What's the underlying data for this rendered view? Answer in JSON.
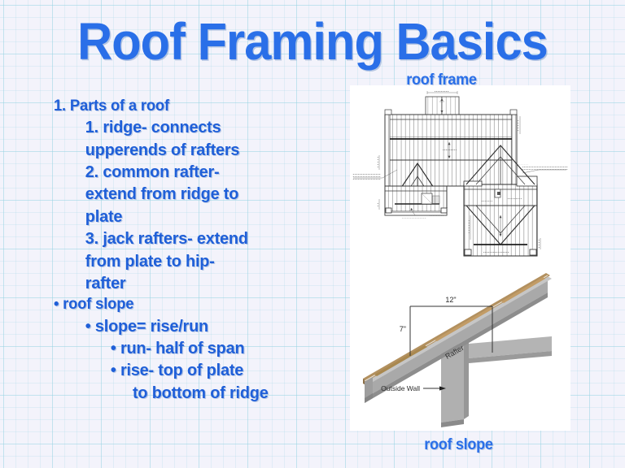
{
  "slide": {
    "title": "Roof Framing Basics",
    "background_color": "#f3f3fb",
    "grid_color": "#96d2e1",
    "title_color": "#2a6fe8",
    "body_color": "#1f5fd8"
  },
  "body": {
    "lines": [
      {
        "level": 1,
        "text": "1. Parts of a roof"
      },
      {
        "level": 2,
        "text": "1. ridge- connects"
      },
      {
        "level": 3,
        "text": "upperends of rafters"
      },
      {
        "level": 2,
        "text": "2. common rafter-"
      },
      {
        "level": 3,
        "text": "extend from ridge to"
      },
      {
        "level": 3,
        "text": "plate"
      },
      {
        "level": 2,
        "text": "3. jack rafters- extend"
      },
      {
        "level": 3,
        "text": "from plate to hip-"
      },
      {
        "level": 3,
        "text": "rafter"
      },
      {
        "level": 1,
        "text": "• roof slope"
      },
      {
        "level": 2,
        "text": "• slope= rise/run"
      },
      {
        "level": 4,
        "text": "• run- half of span"
      },
      {
        "level": 4,
        "text": "• rise- top of plate"
      },
      {
        "level": 5,
        "text": "to bottom of ridge"
      }
    ]
  },
  "figures": {
    "top": {
      "caption": "roof frame",
      "kind": "roof-framing-plan-drawing",
      "description": "Architectural roof framing plan: orthogonal plan view of a house roof showing closely spaced parallel rafter lines, a ridge beam, hip rafters forming triangular hip ends, a dormer/chimney box at top, and leader-line dimension callouts at left and right edges.",
      "line_color": "#3a3a3a"
    },
    "bottom": {
      "caption": "roof slope",
      "kind": "rafter-slope-3d-illustration",
      "description": "Gray 3D illustration of a sloped rafter with tan roof sheathing on top, resting on a vertical outside wall, with a rise/run dimension triangle.",
      "labels": {
        "run": "12\"",
        "rise": "7\"",
        "member": "Rafter",
        "wall": "Outside Wall"
      },
      "colors": {
        "rafter_gray": "#a9a9a9",
        "rafter_shadow": "#8f8f8f",
        "sheathing_tan": "#b2905f",
        "dimension_line": "#333333"
      }
    }
  }
}
